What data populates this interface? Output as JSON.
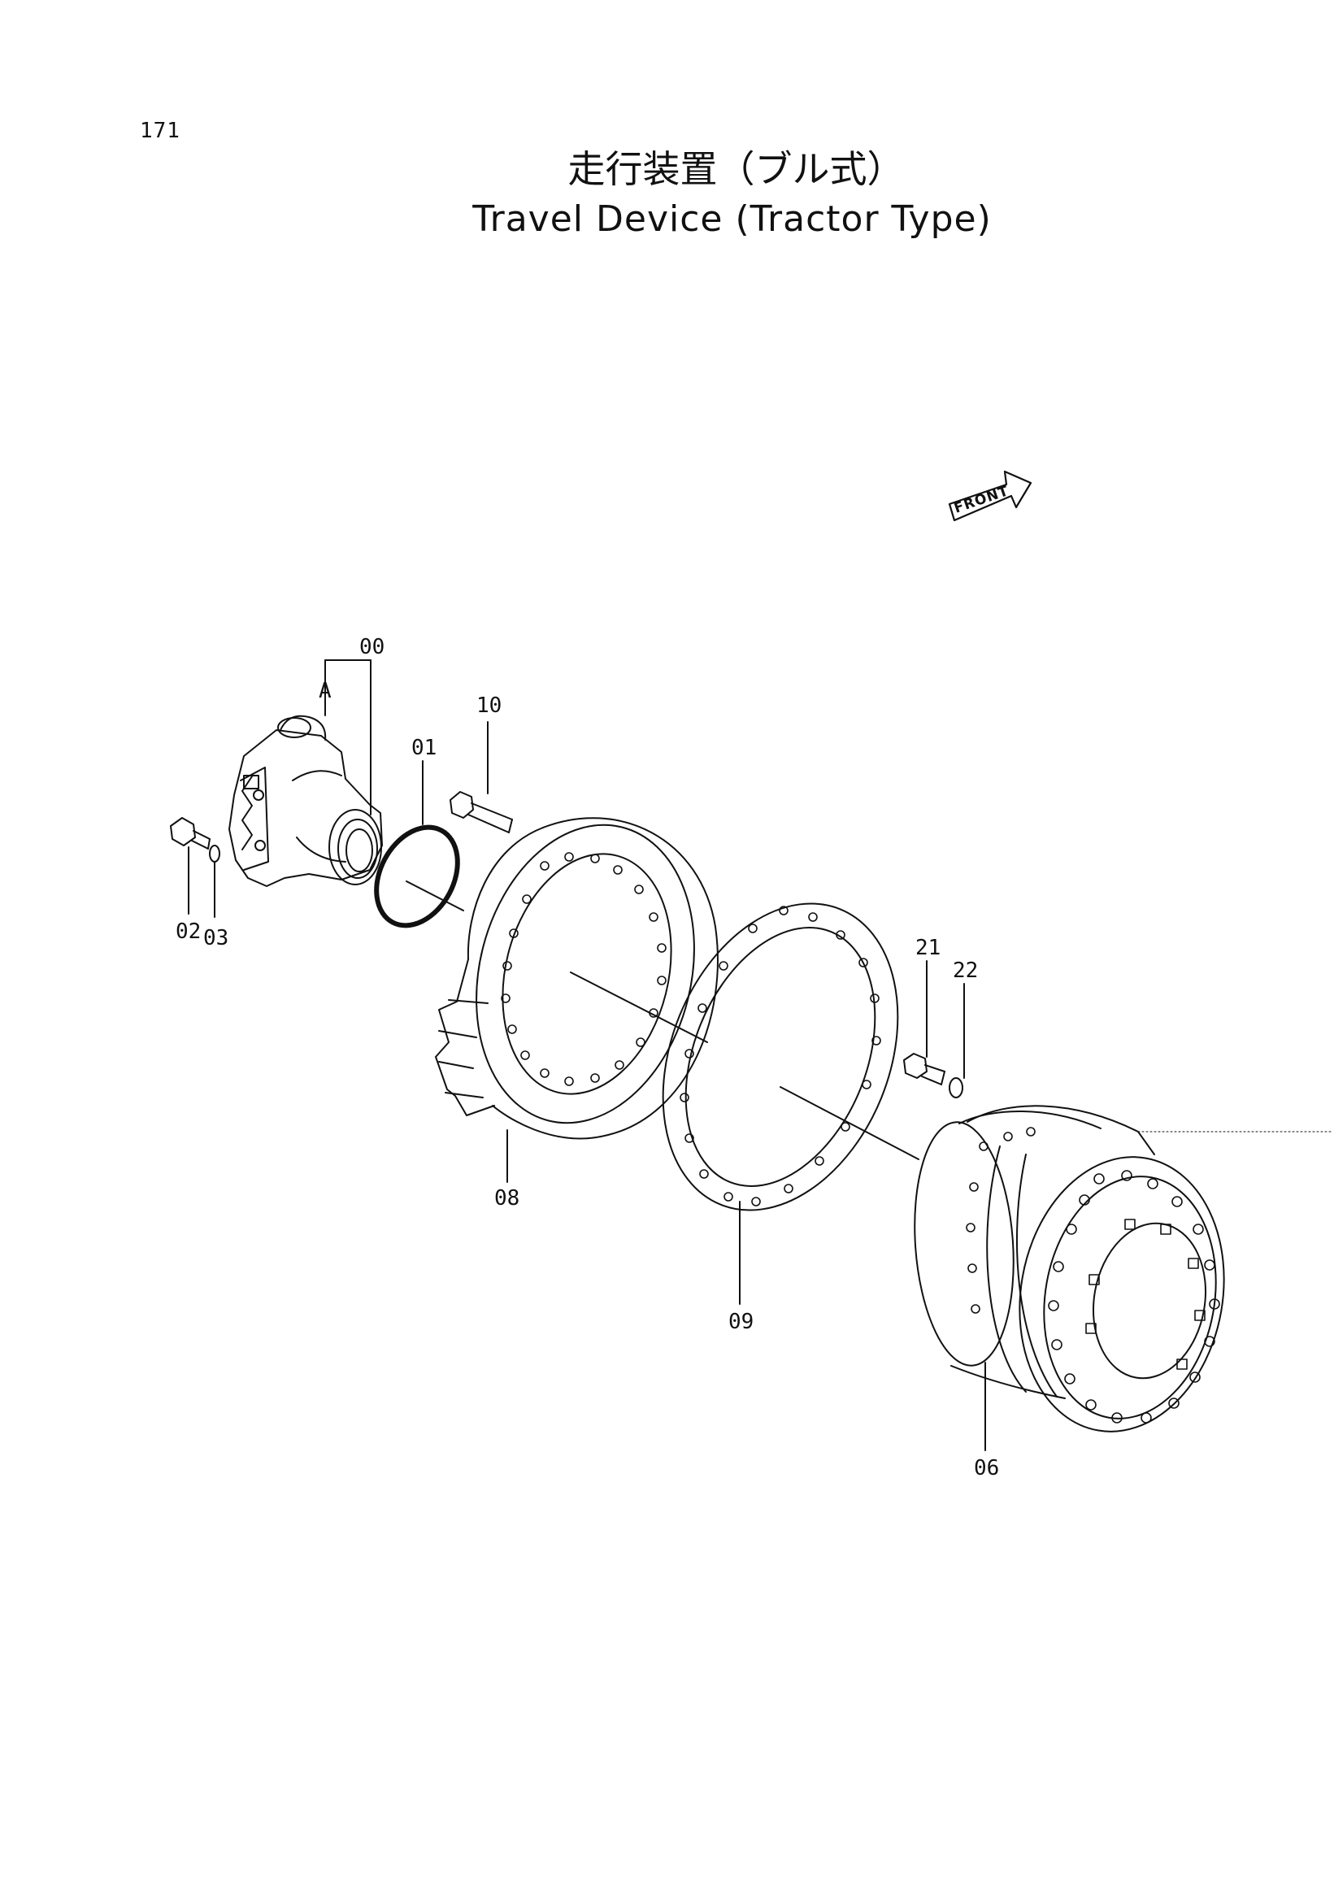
{
  "page_number": "171",
  "title_jp": "走行装置（ブル式）",
  "title_en": "Travel Device (Tractor Type)",
  "front_label": "FRONT",
  "sub_label_a": "A",
  "callouts": {
    "p00": "00",
    "p01": "01",
    "p02": "02",
    "p03": "03",
    "p06": "06",
    "p08": "08",
    "p09": "09",
    "p10": "10",
    "p21": "21",
    "p22": "22"
  }
}
